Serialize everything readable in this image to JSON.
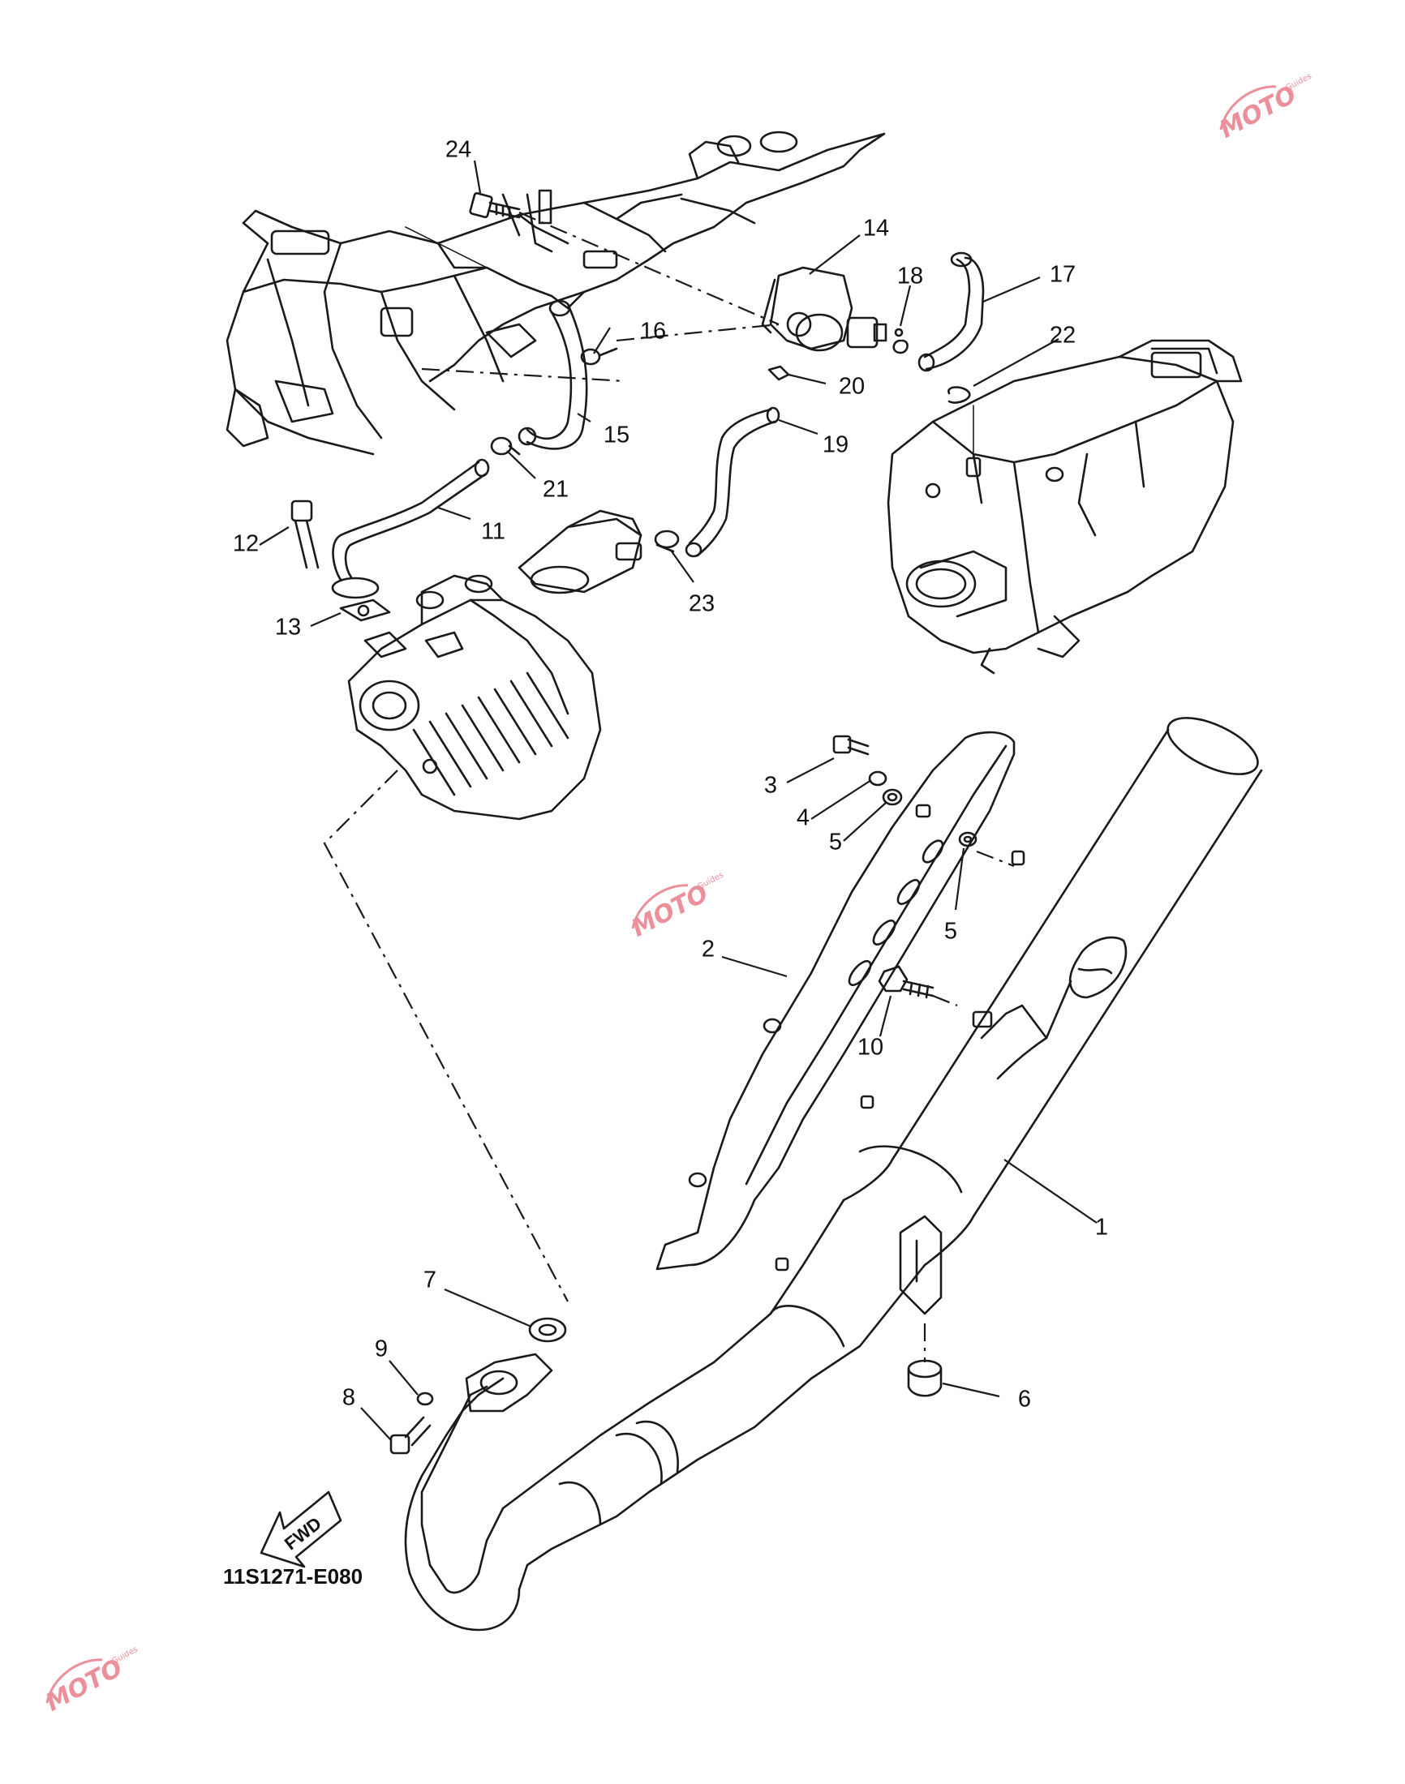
{
  "diagram": {
    "code": "11S1271-E080",
    "fwd_label": "FWD",
    "callouts": [
      "1",
      "2",
      "3",
      "4",
      "5",
      "5",
      "6",
      "7",
      "8",
      "9",
      "10",
      "11",
      "12",
      "13",
      "14",
      "15",
      "16",
      "17",
      "18",
      "19",
      "20",
      "21",
      "22",
      "23",
      "24"
    ]
  },
  "watermark": {
    "brand": "MOTO",
    "tag": "Guides",
    "color": "#e56a7a"
  }
}
